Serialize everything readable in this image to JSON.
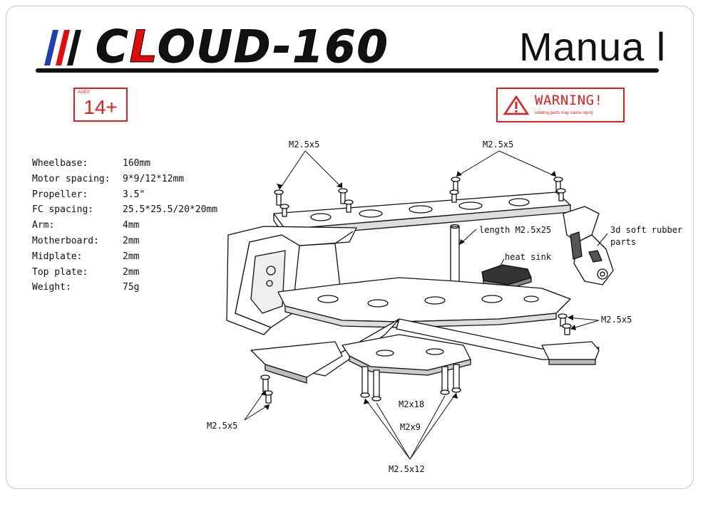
{
  "header": {
    "brand_prefix": "C",
    "brand_red": "L",
    "brand_rest": "OUD-160",
    "manual_title": "Manua l"
  },
  "age_badge": {
    "small_text": "AGES",
    "value": "14+"
  },
  "warning": {
    "title": "WARNING!",
    "subtitle": "rotating parts may cause injury"
  },
  "specs": [
    {
      "key": "Wheelbase:",
      "value": "160mm"
    },
    {
      "key": "Motor spacing:",
      "value": "9*9/12*12mm"
    },
    {
      "key": "Propeller:",
      "value": "3.5\""
    },
    {
      "key": "FC spacing:",
      "value": "25.5*25.5/20*20mm"
    },
    {
      "key": "Arm:",
      "value": "4mm"
    },
    {
      "key": "Motherboard:",
      "value": "2mm"
    },
    {
      "key": "Midplate:",
      "value": "2mm"
    },
    {
      "key": "Top plate:",
      "value": "2mm"
    },
    {
      "key": "Weight:",
      "value": "75g"
    }
  ],
  "labels": {
    "screw_top_left": "M2.5x5",
    "screw_top_right": "M2.5x5",
    "standoff": "length M2.5x25",
    "heat_sink": "heat sink",
    "soft_rubber_1": "3d soft rubber",
    "soft_rubber_2": "parts",
    "screw_right": "M2.5x5",
    "screw_bottom_left": "M2.5x5",
    "m2x18": "M2x18",
    "m2x9": "M2x9",
    "screw_bottom": "M2.5x12"
  },
  "colors": {
    "accent_red": "#e02020",
    "brand_red": "#e10b0b",
    "blue_stripe": "#1f3fae",
    "ink": "#111111"
  }
}
